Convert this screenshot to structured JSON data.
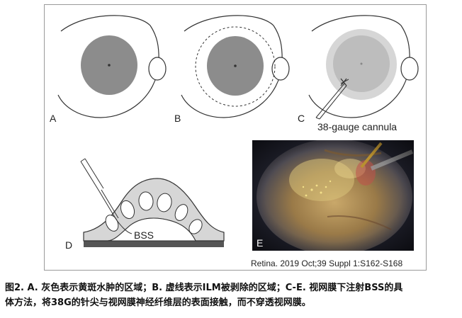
{
  "figure": {
    "panels": {
      "a": {
        "label": "A"
      },
      "b": {
        "label": "B"
      },
      "c": {
        "label": "C",
        "annotation": "38-gauge cannula"
      },
      "d": {
        "label": "D",
        "annotation": "BSS"
      },
      "e": {
        "label": "E"
      }
    },
    "citation": "Retina. 2019 Oct;39 Suppl 1:S162-S168"
  },
  "colors": {
    "edema": "#8c8c8c",
    "light_gray": "#d6d6d6",
    "mid_gray": "#bdbdbd",
    "outline": "#333333",
    "base": "#555555"
  },
  "caption": {
    "line1": "图2. A. 灰色表示黄斑水肿的区域；B. 虚线表示ILM被剥除的区域；C-E. 视网膜下注射BSS的具",
    "line2": "体方法，将38G的针尖与视网膜神经纤维层的表面接触，而不穿透视网膜。"
  }
}
